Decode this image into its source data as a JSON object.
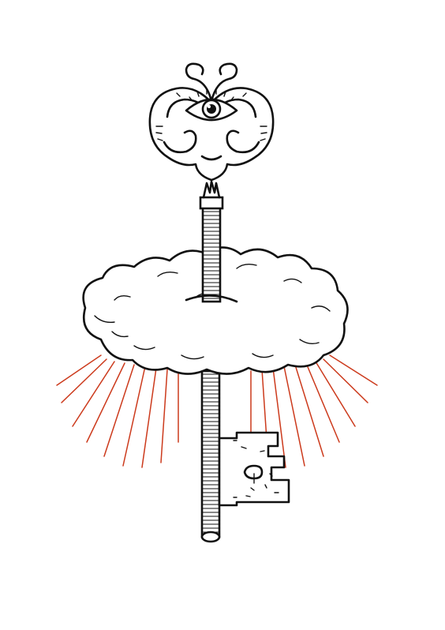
{
  "artwork": {
    "subject": "key-with-eye-bow-through-cloud",
    "colors": {
      "background": "#ffffff",
      "ink": "#111111",
      "rays": "#cc3a1c"
    },
    "elements": {
      "bow": "eye-icon",
      "shaft": "key-shaft",
      "bit": "key-bit",
      "cloud": "cloud",
      "rays": "light-rays"
    }
  }
}
